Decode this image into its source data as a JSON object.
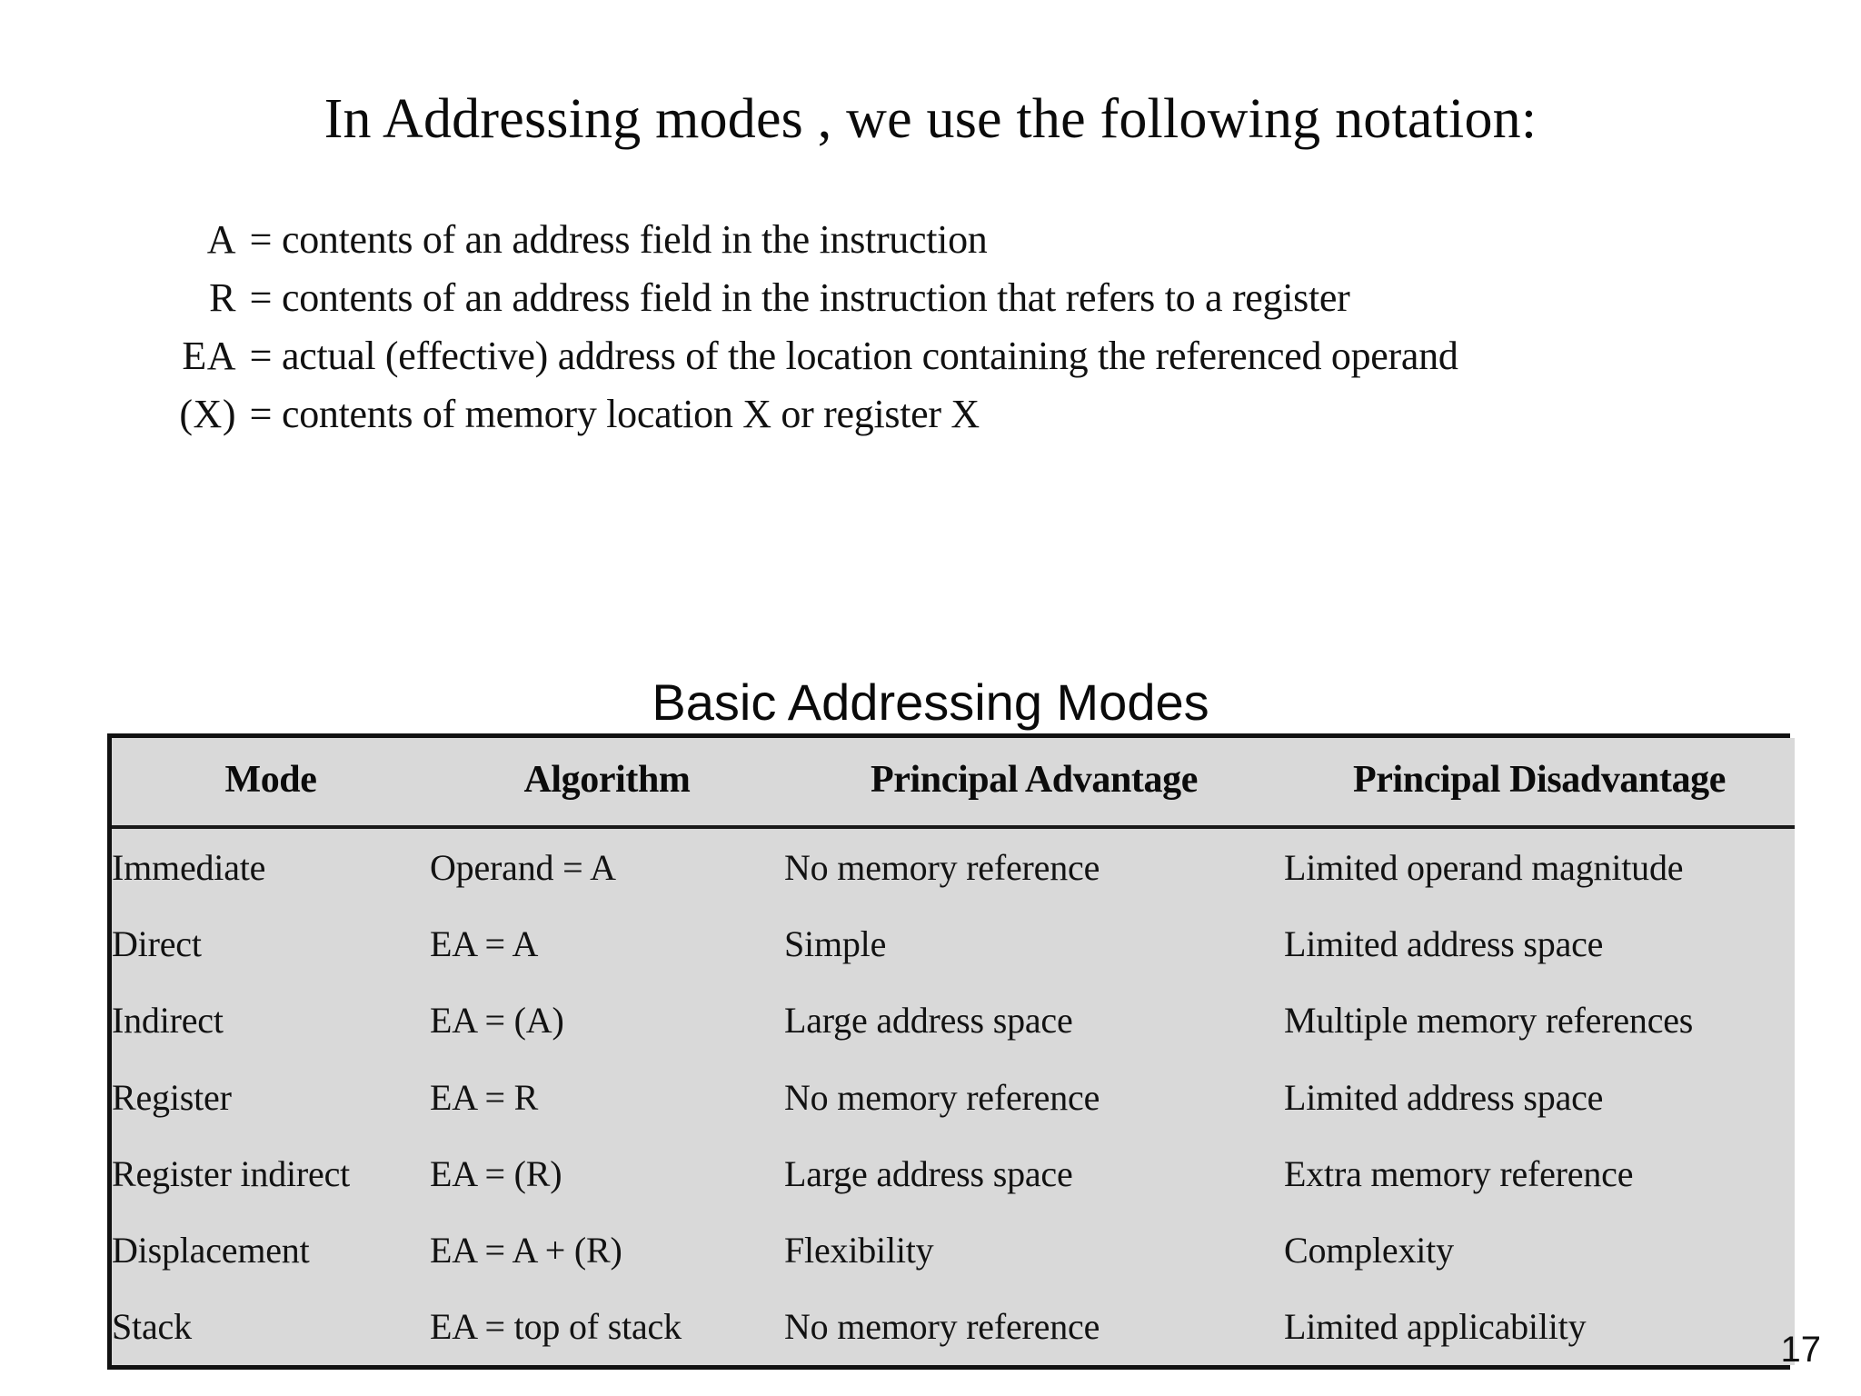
{
  "slide": {
    "title": "In Addressing modes , we use the following notation:",
    "page_number": "17"
  },
  "notation": {
    "lines": [
      {
        "symbol": "A",
        "equals": "=",
        "description": "contents of an address field in the instruction"
      },
      {
        "symbol": "R",
        "equals": "=",
        "description": "contents of an address field in the instruction that refers to a register"
      },
      {
        "symbol": "EA",
        "equals": "=",
        "description": "actual (effective) address of the location containing the referenced operand"
      },
      {
        "symbol": "(X)",
        "equals": "=",
        "description": "contents of memory location X or register X"
      }
    ]
  },
  "table": {
    "heading": "Basic Addressing Modes",
    "headers": [
      "Mode",
      "Algorithm",
      "Principal Advantage",
      "Principal Disadvantage"
    ],
    "rows": [
      {
        "mode": "Immediate",
        "algorithm": "Operand = A",
        "advantage": "No memory reference",
        "disadvantage": "Limited operand magnitude"
      },
      {
        "mode": "Direct",
        "algorithm": "EA = A",
        "advantage": "Simple",
        "disadvantage": "Limited address space"
      },
      {
        "mode": "Indirect",
        "algorithm": "EA = (A)",
        "advantage": "Large address space",
        "disadvantage": "Multiple memory references"
      },
      {
        "mode": "Register",
        "algorithm": "EA = R",
        "advantage": "No memory reference",
        "disadvantage": "Limited address space"
      },
      {
        "mode": "Register indirect",
        "algorithm": "EA = (R)",
        "advantage": "Large address space",
        "disadvantage": "Extra memory reference"
      },
      {
        "mode": "Displacement",
        "algorithm": "EA = A + (R)",
        "advantage": "Flexibility",
        "disadvantage": "Complexity"
      },
      {
        "mode": "Stack",
        "algorithm": "EA = top of stack",
        "advantage": "No memory reference",
        "disadvantage": "Limited applicability"
      }
    ]
  },
  "colors": {
    "table_background": "#d9d9d9",
    "table_border": "#111111",
    "page_background": "#ffffff",
    "text": "#111111"
  }
}
